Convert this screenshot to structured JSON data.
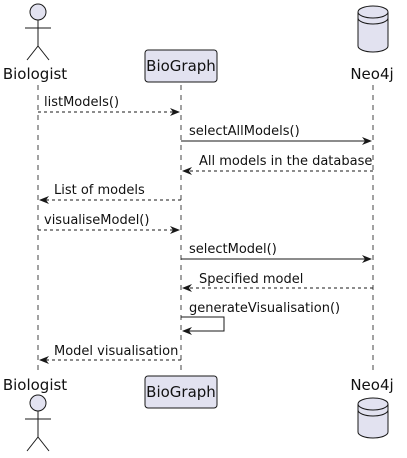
{
  "participants": {
    "actor": "Biologist",
    "system": "BioGraph",
    "database": "Neo4j"
  },
  "messages": [
    {
      "label": "listModels()",
      "from": "actor",
      "to": "system",
      "style": "dashed"
    },
    {
      "label": "selectAllModels()",
      "from": "system",
      "to": "database",
      "style": "solid"
    },
    {
      "label": "All models in the database",
      "from": "database",
      "to": "system",
      "style": "dashed"
    },
    {
      "label": "List of models",
      "from": "system",
      "to": "actor",
      "style": "dashed"
    },
    {
      "label": "visualiseModel()",
      "from": "actor",
      "to": "system",
      "style": "dashed"
    },
    {
      "label": "selectModel()",
      "from": "system",
      "to": "database",
      "style": "solid"
    },
    {
      "label": "Specified model",
      "from": "database",
      "to": "system",
      "style": "dashed"
    },
    {
      "label": "generateVisualisation()",
      "from": "system",
      "to": "system",
      "style": "solid"
    },
    {
      "label": "Model visualisation",
      "from": "system",
      "to": "actor",
      "style": "dashed"
    }
  ],
  "colors": {
    "participant_fill": "#E2E2F0",
    "participant_stroke": "#181818",
    "lifeline": "#181818",
    "arrow": "#181818"
  }
}
